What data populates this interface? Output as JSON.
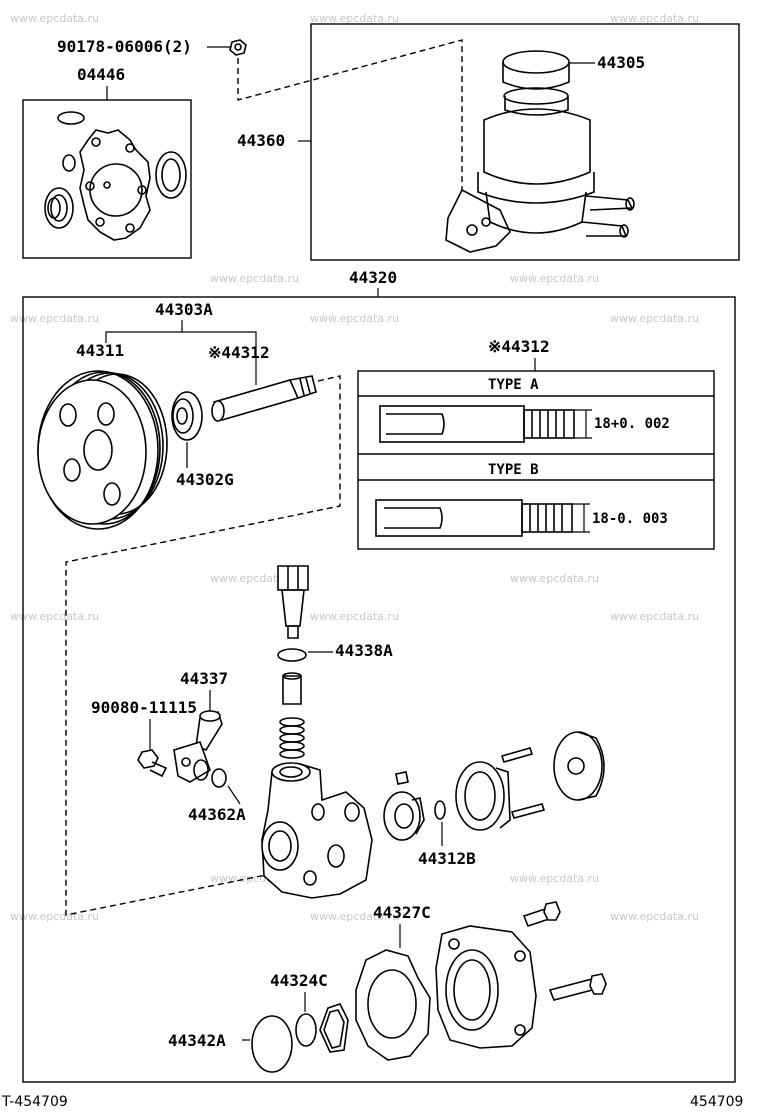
{
  "watermark": "www.epcdata.ru",
  "labels": {
    "nut": "90178-06006(2)",
    "gasket_kit": "04446",
    "reservoir_cap": "44305",
    "reservoir": "44360",
    "pump_assy": "44320",
    "shaft_pulley_set": "44303A",
    "pulley": "44311",
    "shaft_mark": "※44312",
    "bearing": "44302G",
    "shaft_type_header": "※44312",
    "oring_valve": "44338A",
    "union": "44337",
    "bolt": "90080-11115",
    "oring_union": "44362A",
    "rotor_parts": "44312B",
    "gasket_cover": "44327C",
    "oring_small": "44324C",
    "oring_large": "44342A"
  },
  "shaft_types": [
    {
      "name": "TYPE A",
      "dimension": "18+0. 002"
    },
    {
      "name": "TYPE B",
      "dimension": "18-0. 003"
    }
  ],
  "footer": {
    "left": "T-454709",
    "right": "454709"
  }
}
